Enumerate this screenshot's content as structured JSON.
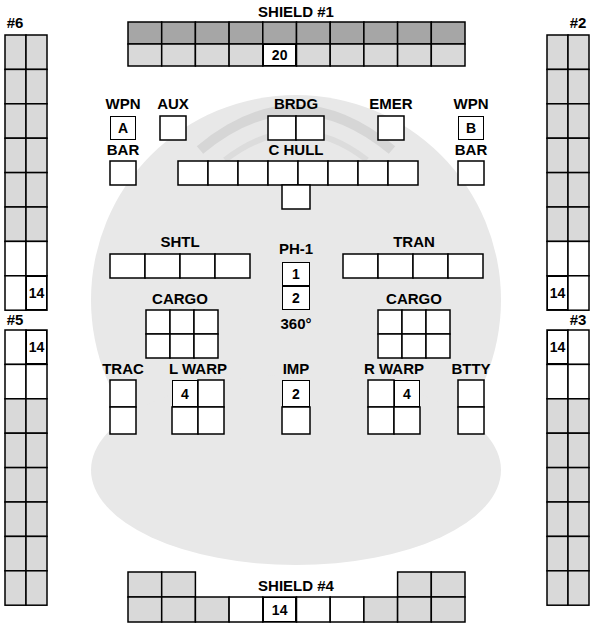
{
  "diagram": {
    "nodes": [
      {
        "text": [
          "20"
        ]
      },
      {
        "text": [
          "A"
        ]
      },
      {
        "text": [
          "B"
        ]
      },
      {
        "text": [
          "14"
        ]
      },
      {
        "text": [
          "14"
        ]
      },
      {
        "text": [
          "1"
        ]
      },
      {
        "text": [
          "14"
        ]
      },
      {
        "text": [
          "14"
        ]
      },
      {
        "text": [
          "2"
        ]
      },
      {
        "text": [
          "4"
        ]
      },
      {
        "text": [
          "2"
        ]
      },
      {
        "text": [
          "4"
        ]
      },
      {
        "text": [
          "14"
        ]
      }
    ],
    "labels": [
      "SHIELD #1",
      "#6",
      "#2",
      "WPN",
      "AUX",
      "BRDG",
      "EMER",
      "WPN",
      "BAR",
      "C HULL",
      "BAR",
      "SHTL",
      "TRAN",
      "PH-1",
      "#5",
      "#3",
      "CARGO",
      "CARGO",
      "360°",
      "TRAC",
      "L WARP",
      "IMP",
      "R WARP",
      "BTTY",
      "SHIELD #4"
    ]
  }
}
